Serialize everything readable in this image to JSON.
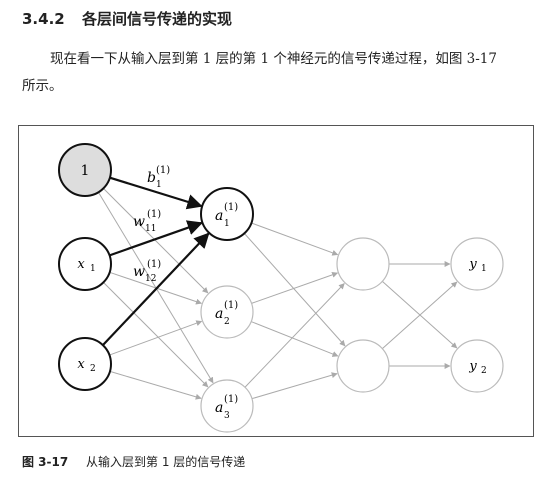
{
  "section": {
    "number": "3.4.2",
    "title": "各层间信号传递的实现"
  },
  "paragraph": {
    "line1": "现在看一下从输入层到第 1 层的第 1 个神经元的信号传递过程，如图 3-17",
    "line2": "所示。"
  },
  "figure": {
    "caption_label": "图 3-17",
    "caption_text": "从输入层到第 1 层的信号传递",
    "nodes": {
      "bias": {
        "text": "1",
        "fill": "#dddddd"
      },
      "x1": {
        "base": "x",
        "sub": "1"
      },
      "x2": {
        "base": "x",
        "sub": "2"
      },
      "a11": {
        "base": "a",
        "sub": "1",
        "sup": "(1)"
      },
      "a21": {
        "base": "a",
        "sub": "2",
        "sup": "(1)"
      },
      "a31": {
        "base": "a",
        "sub": "3",
        "sup": "(1)"
      },
      "y1": {
        "base": "y",
        "sub": "1"
      },
      "y2": {
        "base": "y",
        "sub": "2"
      }
    },
    "edge_labels": {
      "b1": {
        "base": "b",
        "sub": "1",
        "sup": "(1)"
      },
      "w11": {
        "base": "w",
        "sub": "11",
        "sup": "(1)"
      },
      "w12": {
        "base": "w",
        "sub": "12",
        "sup": "(1)"
      }
    },
    "colors": {
      "bold": "#111111",
      "light": "#aaaaaa",
      "bias_fill": "#dddddd"
    }
  }
}
